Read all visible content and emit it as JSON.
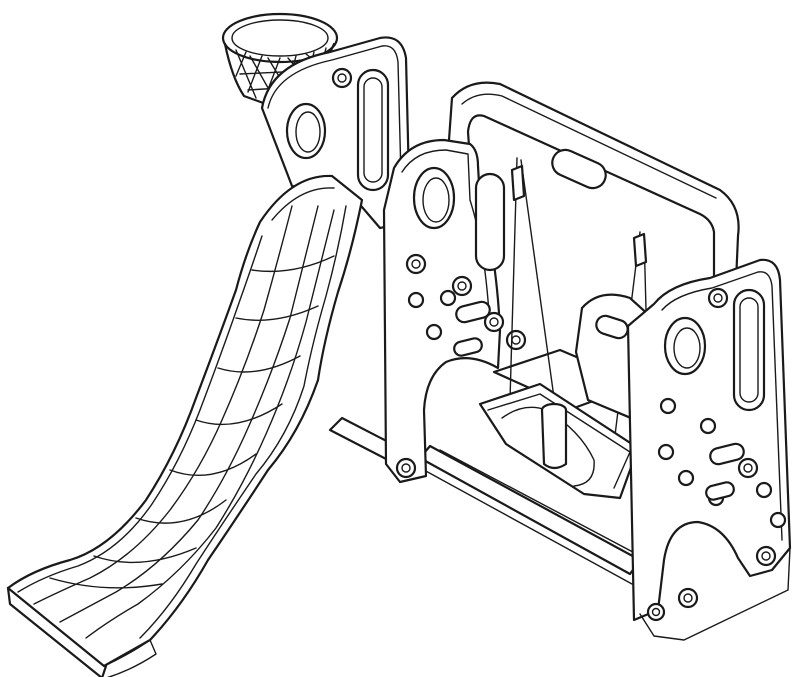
{
  "diagram": {
    "style": "black line art on white",
    "colors": {
      "line": "#1a1a1a",
      "background": "#ffffff"
    },
    "components": [
      "basketball-hoop",
      "slide",
      "climbing-panel",
      "swing-frame",
      "swing-seat"
    ]
  }
}
